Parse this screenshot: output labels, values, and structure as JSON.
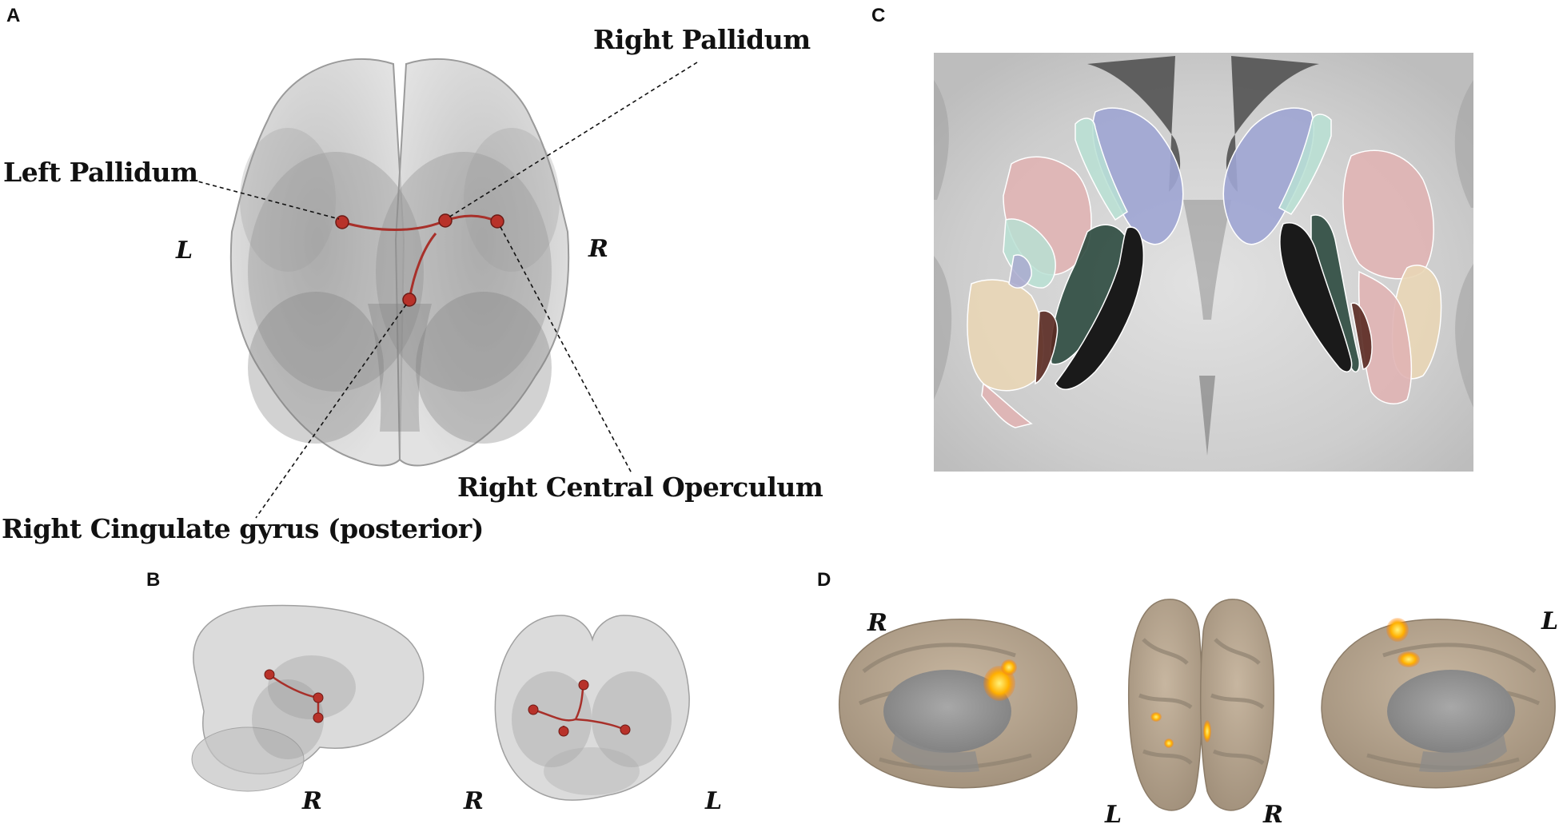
{
  "panels": {
    "a": {
      "letter": "A"
    },
    "b": {
      "letter": "B"
    },
    "c": {
      "letter": "C"
    },
    "d": {
      "letter": "D"
    }
  },
  "panel_a": {
    "labels": {
      "left_pallidum": "Left Pallidum",
      "right_pallidum": "Right Pallidum",
      "right_central_operculum": "Right Central Operculum",
      "right_cingulate": "Right Cingulate gyrus (posterior)"
    },
    "side_left": "L",
    "side_right": "R"
  },
  "panel_b": {
    "sagittal_side": "R",
    "coronal_left": "R",
    "coronal_right": "L"
  },
  "panel_d": {
    "left_medial_side": "R",
    "right_medial_side": "L",
    "dorsal_left": "L",
    "dorsal_right": "R"
  },
  "colors": {
    "node": "#b8322a",
    "edge": "#a8302a",
    "glass": "#c8c8c8",
    "cortex": "#b7a58f",
    "sulci": "#8e8170",
    "activation": "#ffb000"
  }
}
